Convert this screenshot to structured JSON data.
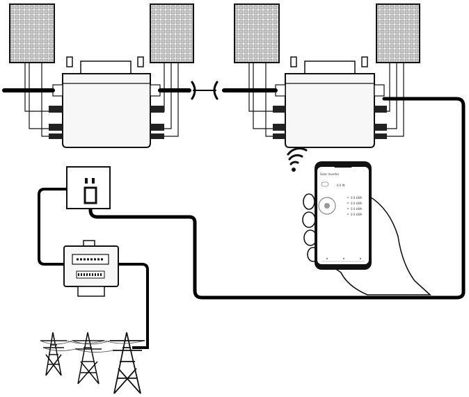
{
  "colors": {
    "ink": "#111111",
    "panel_fill": "#e8e8e8",
    "panel_cell": "#bdbdbd",
    "cable": "#000000",
    "device_fill": "#f7f7f7"
  },
  "icons": [
    "solar-panel-icon",
    "microinverter-icon",
    "wall-socket-icon",
    "energy-meter-icon",
    "power-pylon-icon",
    "smartphone-icon",
    "hand-icon",
    "wifi-icon"
  ],
  "phone_screen": {
    "app_title": "Solar Inverter",
    "power_value": "0.0 W",
    "lines": [
      "0.0 kWh",
      "0.0 kWh",
      "0.0 kWh",
      "0.0 kWh"
    ]
  }
}
